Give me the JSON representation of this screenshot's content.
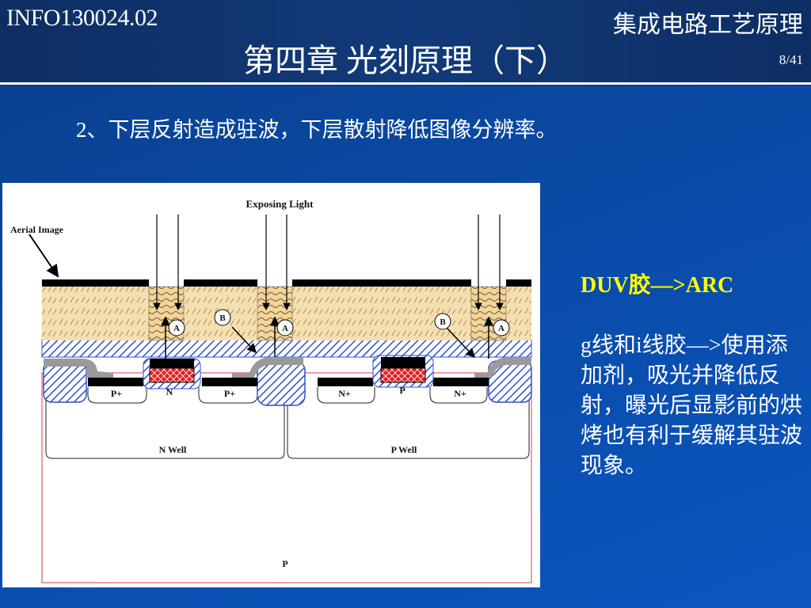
{
  "header": {
    "course_code": "INFO130024.02",
    "course_name": "集成电路工艺原理",
    "chapter_title": "第四章 光刻原理（下）",
    "page_number": "8/41"
  },
  "main": {
    "point": "2、下层反射造成驻波，下层散射降低图像分辨率。"
  },
  "diagram": {
    "exposing_light_label": "Exposing Light",
    "aerial_image_label": "Aerial Image",
    "marker_a": "A",
    "marker_b": "B",
    "p_plus_label": "P+",
    "n_label": "N",
    "n_plus_label": "N+",
    "p_label": "P",
    "n_well_label": "N Well",
    "p_well_label": "P Well",
    "substrate_label": "P"
  },
  "notes": {
    "highlight": "DUV胶—>ARC",
    "body": "g线和i线胶—>使用添加剂，吸光并降低反射，曝光后显影前的烘烤也有利于缓解其驻波现象。"
  },
  "colors": {
    "background": "#0b4aa6",
    "header": "#123a7a",
    "highlight_text": "#ffff00",
    "body_text": "#ffffff",
    "resist_fill": "#f5dfb0",
    "hatch_blue": "#3050d0",
    "poly_red": "#e02020"
  }
}
